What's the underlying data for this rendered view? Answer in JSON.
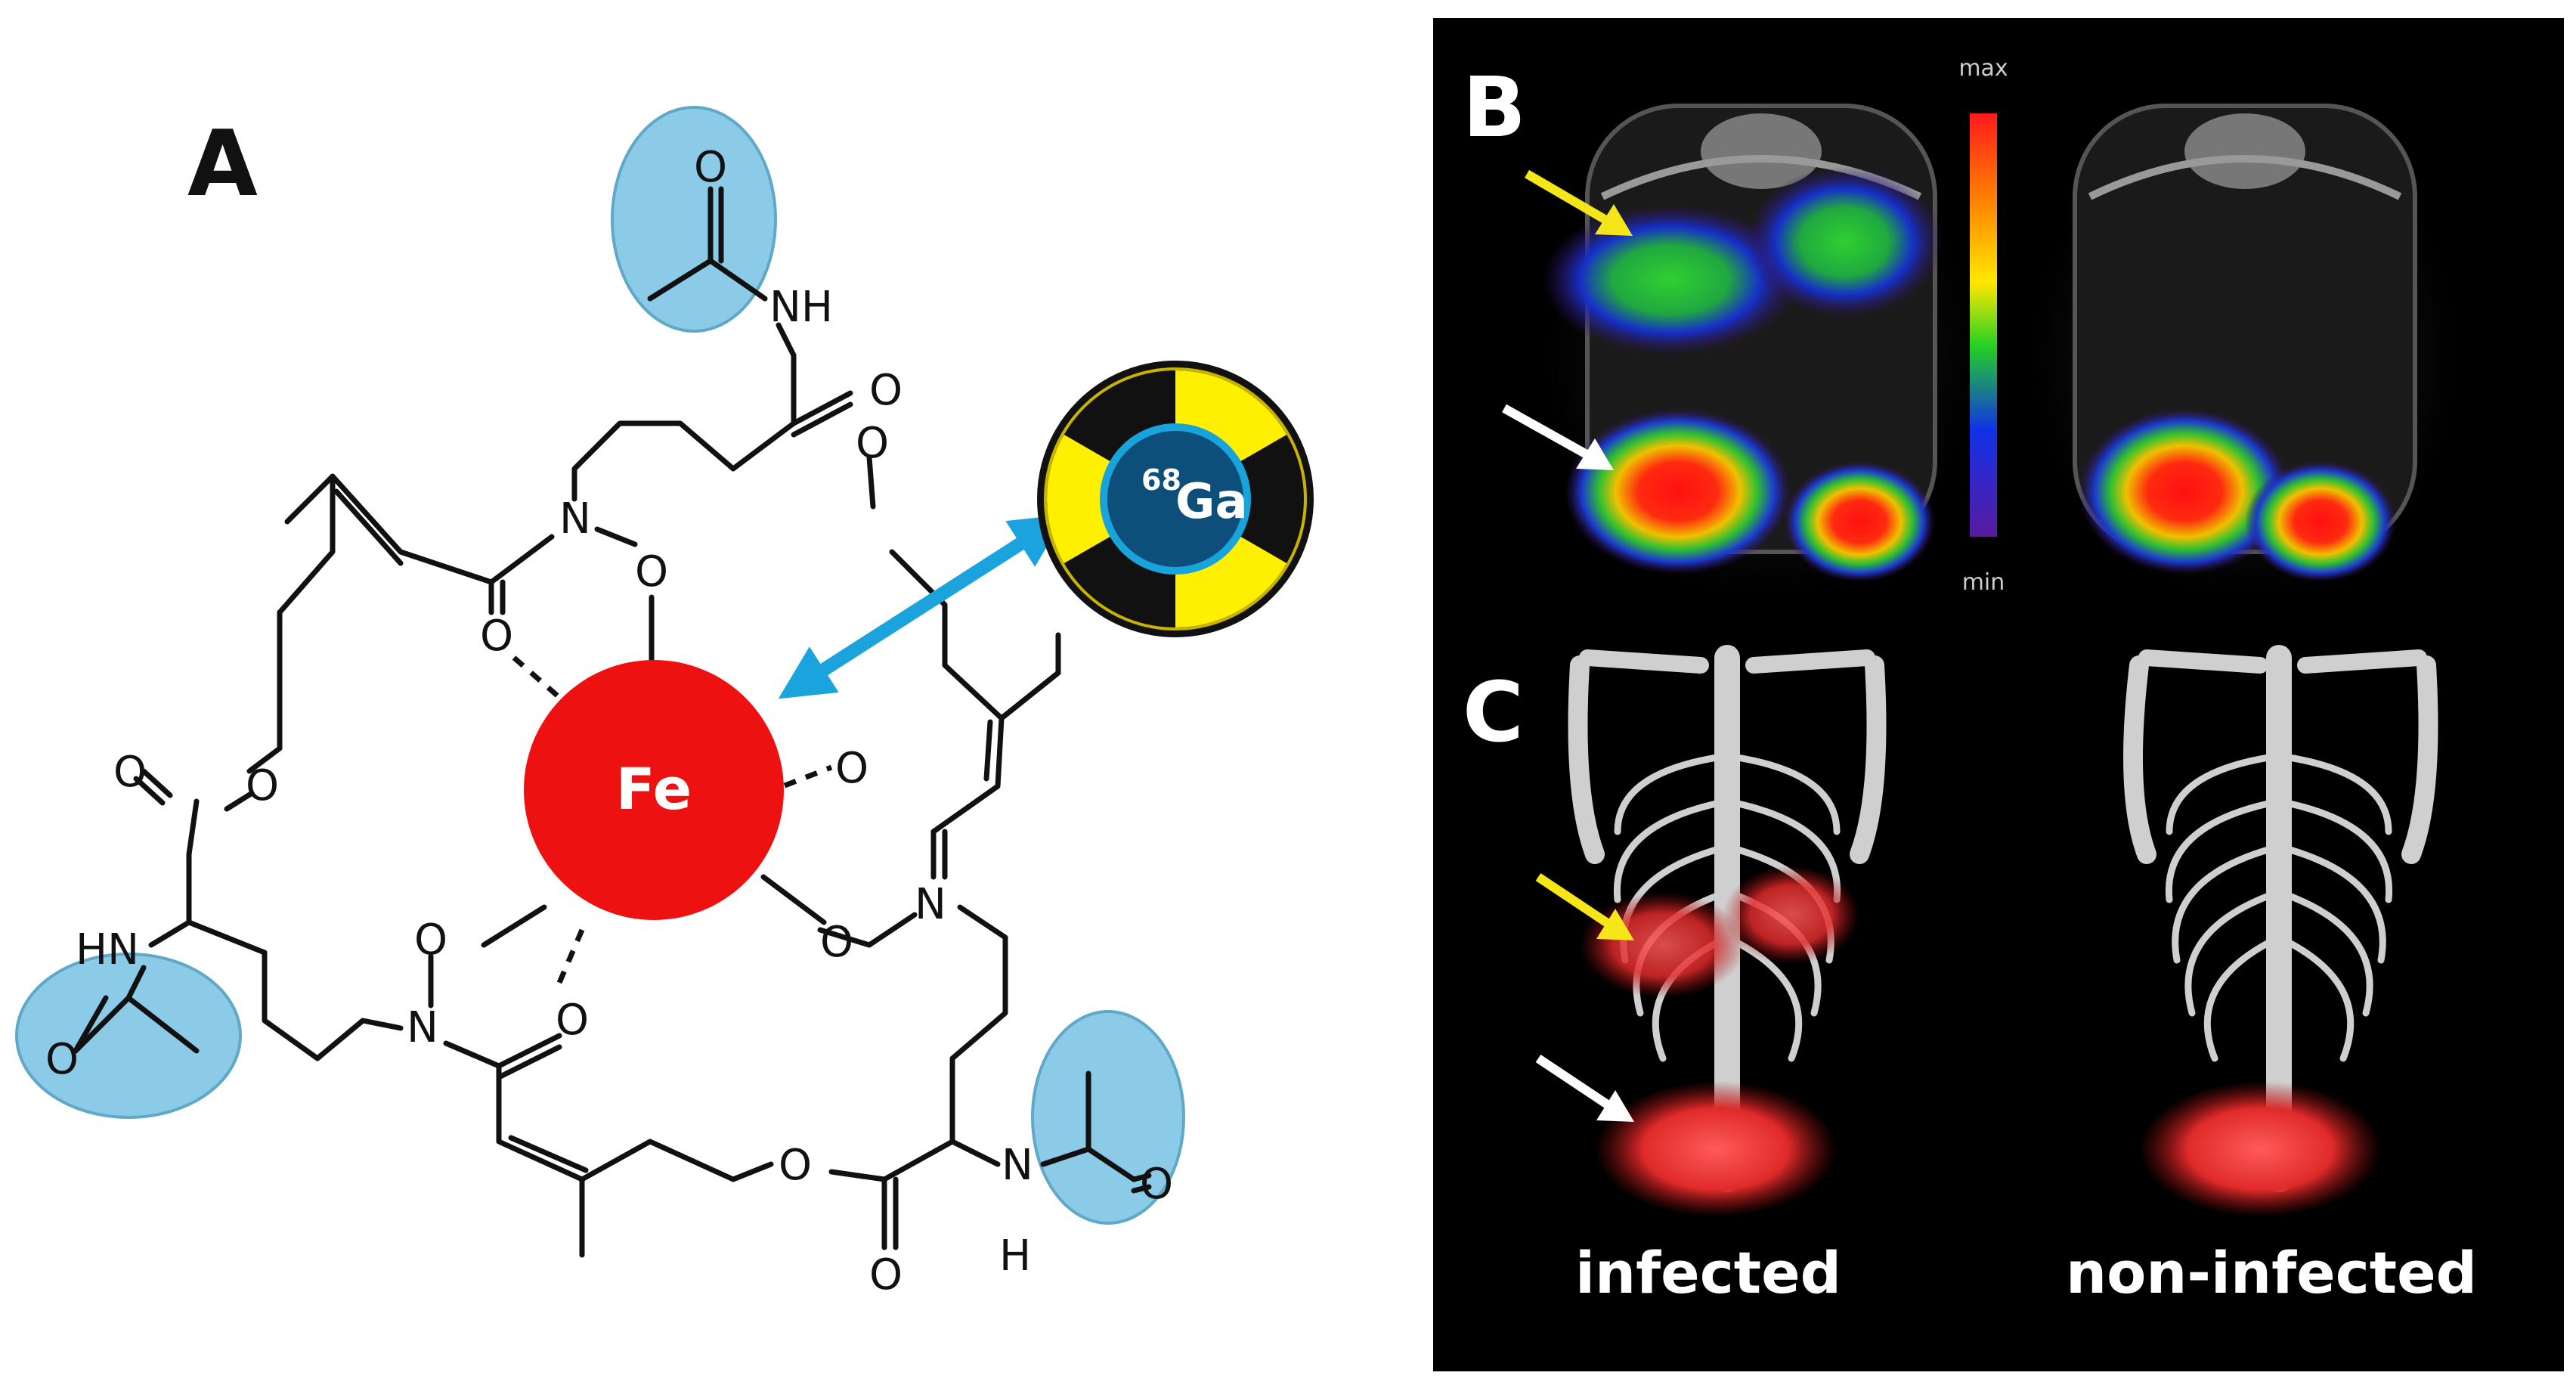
{
  "panel_a": {
    "label": "A",
    "metal": "Fe",
    "isotope_mass": "68",
    "isotope_symbol": "Ga",
    "atoms": {
      "nh_top": "NH",
      "n_top": "N",
      "o_n_top": "O",
      "o_carbonyl_top_left": "O",
      "o_ester_top_right_dbl": "O",
      "o_ester_top_right": "O",
      "o_ester_left": "O",
      "o_ester_left_dbl": "O",
      "hn_left": "HN",
      "o_acetyl_left": "O",
      "o_n_right": "O",
      "n_right": "N",
      "o_carbonyl_right": "O",
      "o_n_bottom": "O",
      "n_bottom": "N",
      "o_carbonyl_bottom": "O",
      "o_ester_bottom": "O",
      "o_ester_bottom_dbl": "O",
      "n_bottom_right": "N",
      "h_bottom_right": "H",
      "o_acetyl_right": "O",
      "o_acetyl_top": "O"
    },
    "colors": {
      "metal": "#ee1111",
      "acetyl_highlight": "#8ccbe8",
      "arrow": "#1aa3dc",
      "radiation_yellow": "#ffef00",
      "isotope_core": "#0d4f7a",
      "isotope_ring": "#19a3db"
    }
  },
  "panel_b": {
    "label": "B",
    "scale_max": "max",
    "scale_min": "min"
  },
  "panel_c": {
    "label": "C",
    "caption_left": "infected",
    "caption_right": "non-infected"
  },
  "colors": {
    "panel_bg": "#000000",
    "arrow_yellow": "#f5e61a",
    "arrow_white": "#ffffff"
  }
}
